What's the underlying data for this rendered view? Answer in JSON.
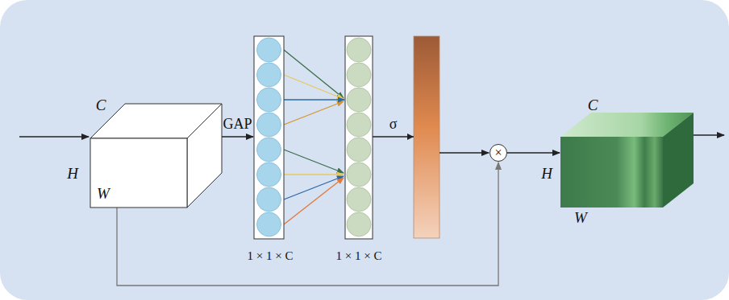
{
  "diagram": {
    "nodes": [
      {
        "text": [
          "C",
          "H",
          "W"
        ]
      },
      {
        "text": [
          "1 × 1 × C"
        ]
      },
      {
        "text": [
          "1 × 1 × C"
        ]
      },
      {
        "text": [
          "×"
        ]
      },
      {
        "text": [
          "C",
          "H",
          "W"
        ]
      }
    ],
    "edges": [
      {
        "from": 0,
        "to": 1,
        "label": "GAP",
        "arrow": "to"
      },
      {
        "from": 1,
        "to": 2,
        "arrow": "to"
      },
      {
        "from": 2,
        "to": 3,
        "label": "σ",
        "arrow": "to"
      },
      {
        "from": 0,
        "to": 3,
        "arrow": "to"
      },
      {
        "from": 3,
        "to": 4,
        "arrow": "to"
      }
    ]
  }
}
